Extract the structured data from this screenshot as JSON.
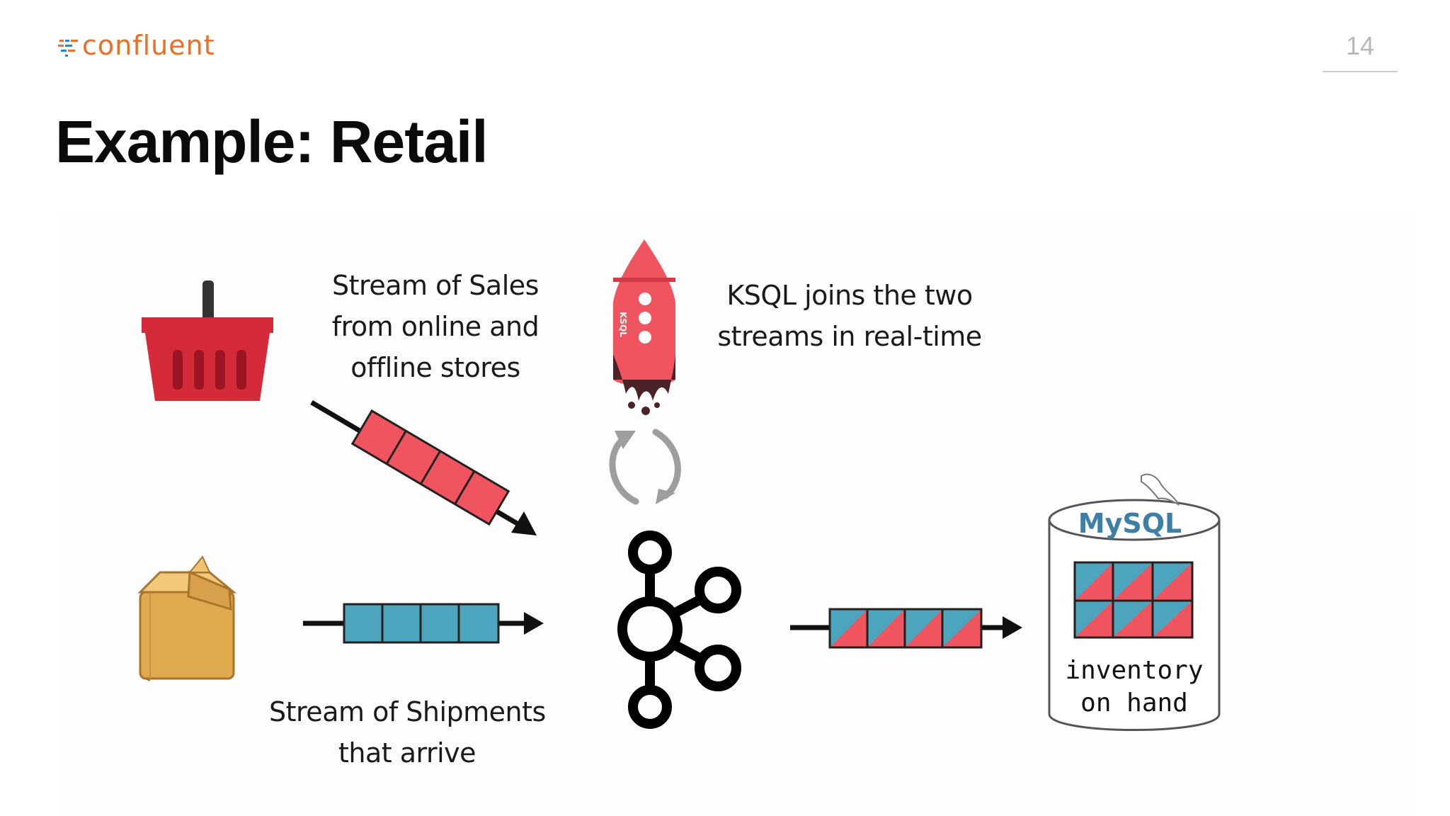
{
  "header": {
    "logo_text": "confluent",
    "page_number": "14"
  },
  "slide": {
    "title": "Example: Retail"
  },
  "diagram": {
    "sales_note": [
      "Stream of Sales",
      "from online and",
      "offline stores"
    ],
    "ksql_note": [
      "KSQL joins the two",
      "streams in real-time"
    ],
    "shipments_note": [
      "Stream of Shipments",
      "that arrive"
    ],
    "rocket_label": "KSQL",
    "db_brand": "MySQL",
    "db_note": [
      "inventory",
      "on hand"
    ]
  },
  "colors": {
    "logo_orange": "#e8702a",
    "logo_blue": "#1a8bd1",
    "sales_red": "#f0555f",
    "shipment_teal": "#4da5bd",
    "basket_red": "#d42a3a",
    "box_tan": "#e0a94e",
    "kafka_black": "#000000",
    "mysql_blue": "#3e7fa6",
    "mysql_orange": "#e48e00"
  },
  "icons": [
    "basket-icon",
    "box-icon",
    "rocket-icon",
    "refresh-cycle-icon",
    "kafka-icon",
    "mysql-database-icon"
  ]
}
